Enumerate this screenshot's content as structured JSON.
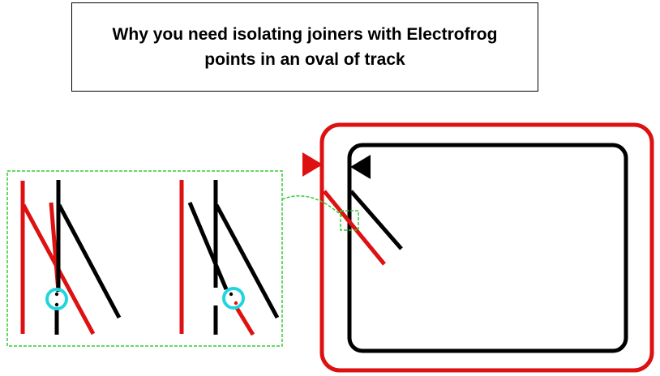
{
  "title": {
    "line1": "Why you need isolating joiners with Electrofrog",
    "line2": "points in an oval of track"
  },
  "colors": {
    "rail_red": "#dd1111",
    "rail_black": "#000000",
    "callout_green": "#33cc33",
    "joiner_highlight": "#22d4dd",
    "background": "#ffffff"
  },
  "icons": {
    "red_direction": "triangle-right",
    "black_direction": "triangle-left"
  }
}
